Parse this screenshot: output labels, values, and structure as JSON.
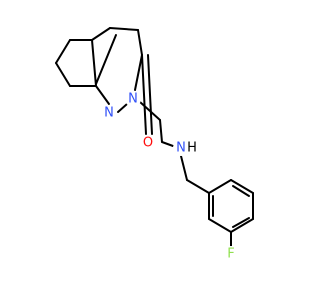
{
  "structure": {
    "bond_color": "#000000",
    "background": "#ffffff",
    "atoms": [
      {
        "id": "O",
        "label": "O",
        "color": "#ff0d0d"
      },
      {
        "id": "N2",
        "label": "N",
        "color": "#3050f8"
      },
      {
        "id": "N1",
        "label": "N",
        "color": "#3050f8"
      },
      {
        "id": "NH",
        "label": "N",
        "color": "#3050f8"
      },
      {
        "id": "H",
        "label": "H",
        "color": "#000000"
      },
      {
        "id": "F",
        "label": "F",
        "color": "#90e050"
      }
    ]
  }
}
